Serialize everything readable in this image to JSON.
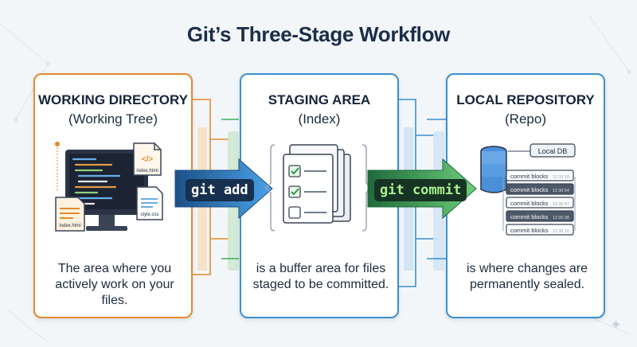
{
  "title": "Git’s Three-Stage Workflow",
  "stages": [
    {
      "title": "WORKING DIRECTORY",
      "subtitle": "(Working Tree)",
      "description": "The area where you actively work on your files."
    },
    {
      "title": "STAGING AREA",
      "subtitle": "(Index)",
      "description": "is a buffer area for files staged to be committed."
    },
    {
      "title": "LOCAL REPOSITORY",
      "subtitle": "(Repo)",
      "description": "is where changes are permanently sealed."
    }
  ],
  "commands": {
    "add": "git add",
    "commit": "git commit"
  },
  "working_files": {
    "html_top": "index.html",
    "html_bottom": "index.html",
    "css": "style.css",
    "code_icon": "</>"
  },
  "repository": {
    "db_label": "Local DB",
    "commit_label": "commit blocks",
    "commits": [
      {
        "label": "commit blocks",
        "time": "12:33:18"
      },
      {
        "label": "commit blocks",
        "time": "12:30:54"
      },
      {
        "label": "commit blocks",
        "time": "12:35:57"
      },
      {
        "label": "commit blocks",
        "time": "12:35:38"
      },
      {
        "label": "commit blocks",
        "time": "12:35:10"
      }
    ]
  },
  "colors": {
    "working": "#e48a2c",
    "staging": "#3b8fd0",
    "commit_arrow": "#3fae5a",
    "add_arrow": "#2f7fd1"
  },
  "icons": [
    "computer-monitor-icon",
    "html-file-icon",
    "css-file-icon",
    "checklist-icon",
    "database-icon"
  ]
}
